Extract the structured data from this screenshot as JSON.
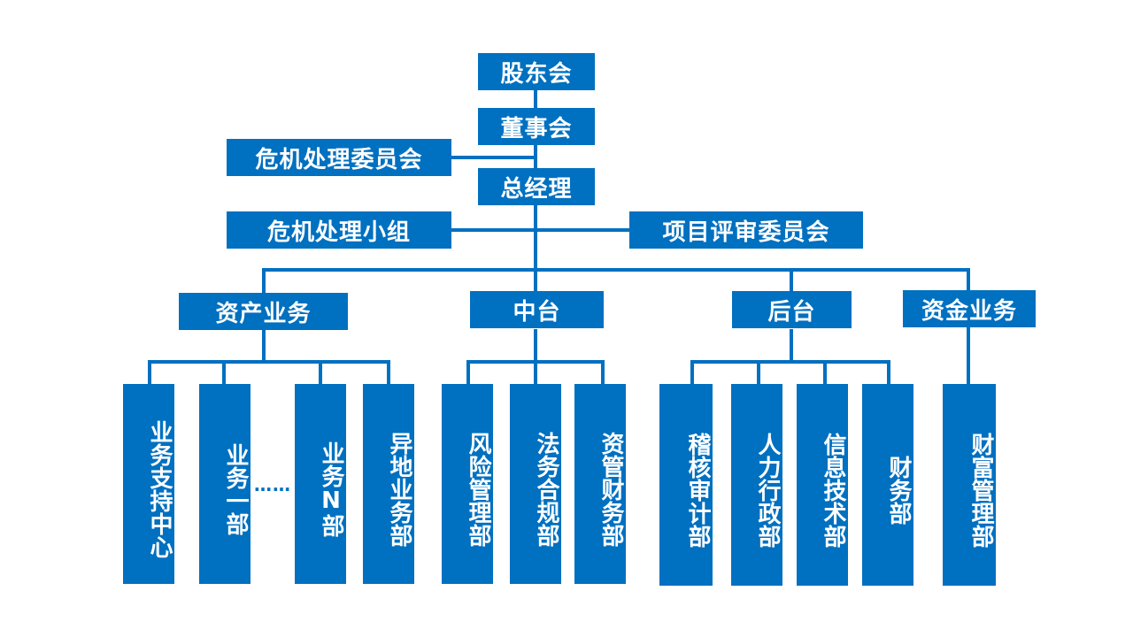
{
  "accent_color": "#0070C0",
  "top": {
    "shareholders": "股东会",
    "board": "董事会",
    "crisis_committee": "危机处理委员会",
    "general_manager": "总经理",
    "crisis_team": "危机处理小组",
    "project_review_committee": "项目评审委员会"
  },
  "divisions": {
    "asset_business": "资产业务",
    "middle_office": "中台",
    "back_office": "后台",
    "fund_business": "资金业务"
  },
  "departments": {
    "business_support_center": "业务支持中心",
    "business_dept_1": "业务一部",
    "ellipsis": "……",
    "business_dept_n": "业务N部",
    "remote_business_dept": "异地业务部",
    "risk_management_dept": "风险管理部",
    "legal_compliance_dept": "法务合规部",
    "asset_finance_dept": "资管财务部",
    "audit_dept": "稽核审计部",
    "hr_admin_dept": "人力行政部",
    "it_dept": "信息技术部",
    "finance_dept": "财务部",
    "wealth_management_dept": "财富管理部"
  }
}
